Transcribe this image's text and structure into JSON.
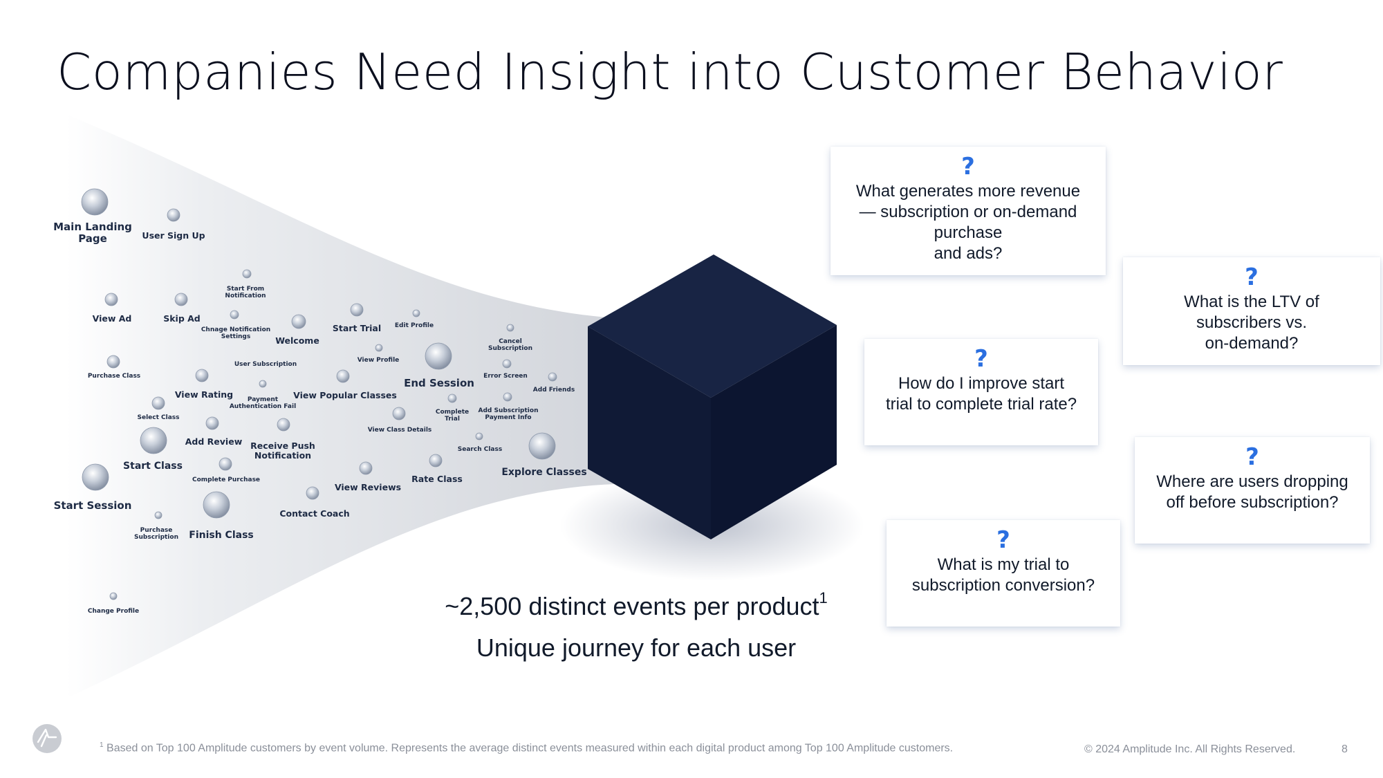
{
  "title": "Companies Need Insight into Customer Behavior",
  "events": [
    {
      "label": "Main Landing\nPage",
      "size": "xl"
    },
    {
      "label": "User Sign Up",
      "size": "m"
    },
    {
      "label": "Start From\nNotification",
      "size": "xs"
    },
    {
      "label": "View Ad",
      "size": "m"
    },
    {
      "label": "Skip Ad",
      "size": "m"
    },
    {
      "label": "Chnage Notification\nSettings",
      "size": "xs"
    },
    {
      "label": "Welcome",
      "size": "m"
    },
    {
      "label": "Start Trial",
      "size": "m"
    },
    {
      "label": "Edit Profile",
      "size": "xs"
    },
    {
      "label": "Cancel\nSubscription",
      "size": "xs"
    },
    {
      "label": "User Subscription",
      "size": "xs"
    },
    {
      "label": "View Profile",
      "size": "xs"
    },
    {
      "label": "Purchase Class",
      "size": "xs"
    },
    {
      "label": "End Session",
      "size": "xl"
    },
    {
      "label": "Error Screen",
      "size": "xs"
    },
    {
      "label": "View Rating",
      "size": "m"
    },
    {
      "label": "Payment\nAuthentication Fail",
      "size": "xs"
    },
    {
      "label": "View Popular Classes",
      "size": "m"
    },
    {
      "label": "Add Friends",
      "size": "xs"
    },
    {
      "label": "Select Class",
      "size": "xs"
    },
    {
      "label": "Complete\nTrial",
      "size": "xs"
    },
    {
      "label": "Add Subscription\nPayment Info",
      "size": "xs"
    },
    {
      "label": "Add Review",
      "size": "m"
    },
    {
      "label": "Receive Push\nNotification",
      "size": "m"
    },
    {
      "label": "View Class Details",
      "size": "xs"
    },
    {
      "label": "Start Class",
      "size": "l"
    },
    {
      "label": "Search Class",
      "size": "xs"
    },
    {
      "label": "Explore Classes",
      "size": "l"
    },
    {
      "label": "Complete Purchase",
      "size": "xs"
    },
    {
      "label": "Rate Class",
      "size": "m"
    },
    {
      "label": "View Reviews",
      "size": "m"
    },
    {
      "label": "Start Session",
      "size": "xl"
    },
    {
      "label": "Contact Coach",
      "size": "m"
    },
    {
      "label": "Purchase\nSubscription",
      "size": "xs"
    },
    {
      "label": "Finish Class",
      "size": "l"
    },
    {
      "label": "Change Profile",
      "size": "xs"
    }
  ],
  "questions": [
    {
      "mark": "?",
      "text": "What generates more revenue\n— subscription or on-demand\npurchase\nand ads?"
    },
    {
      "mark": "?",
      "text": "What is the LTV of\nsubscribers vs.\non-demand?"
    },
    {
      "mark": "?",
      "text": "How do I improve start\ntrial to complete trial rate?"
    },
    {
      "mark": "?",
      "text": "Where are users dropping\noff before subscription?"
    },
    {
      "mark": "?",
      "text": "What is my trial to\nsubscription conversion?"
    }
  ],
  "stats": {
    "line1": "~2,500 distinct events per product",
    "line1_sup": "1",
    "line2": "Unique journey for each user"
  },
  "footer": {
    "footnote_mark": "1",
    "footnote": "Based on Top 100 Amplitude customers by event volume. Represents the average distinct events measured within each digital product among Top 100 Amplitude customers.",
    "copyright": "© 2024 Amplitude Inc.  All Rights Reserved.",
    "page_number": "8"
  },
  "colors": {
    "cube_front": "#101a36",
    "cube_top": "#182444",
    "cube_side": "#0c1530",
    "question_mark": "#2b6fe0",
    "funnel_gray": "#d9dbe0"
  },
  "icons": {
    "logo": "amplitude-logo"
  }
}
